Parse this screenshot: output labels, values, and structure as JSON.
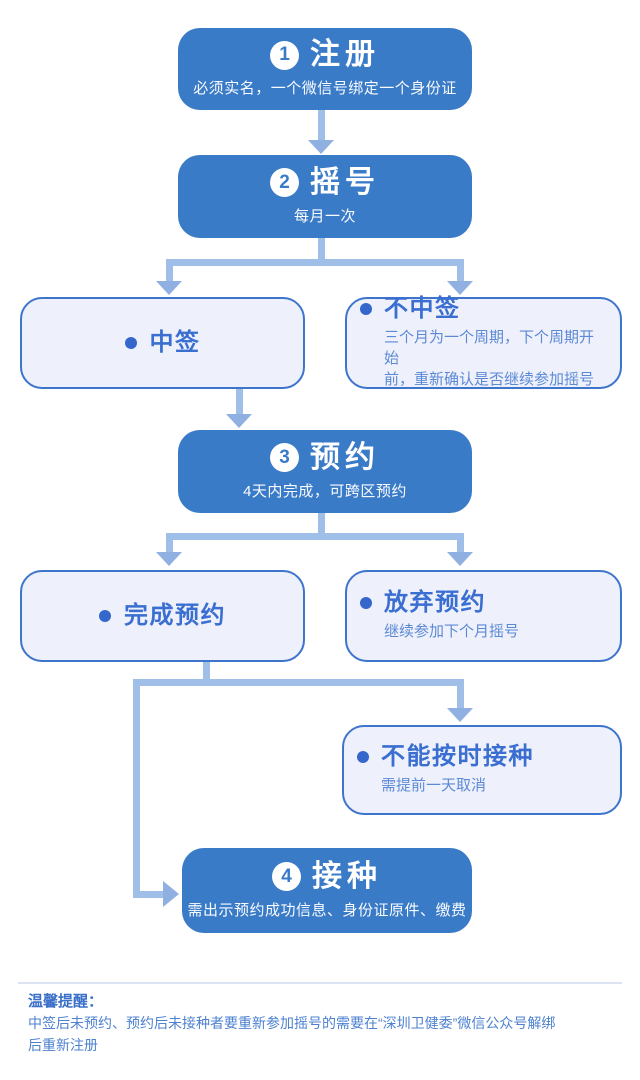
{
  "flow": {
    "stages": {
      "register": {
        "number": "1",
        "title": "注册",
        "subtitle": "必须实名，一个微信号绑定一个身份证"
      },
      "lottery": {
        "number": "2",
        "title": "摇号",
        "subtitle": "每月一次"
      },
      "reserve": {
        "number": "3",
        "title": "预约",
        "subtitle": "4天内完成，可跨区预约"
      },
      "vaccinate": {
        "number": "4",
        "title": "接种",
        "subtitle": "需出示预约成功信息、身份证原件、缴费"
      }
    },
    "options": {
      "win": {
        "title": "中签"
      },
      "lose": {
        "title": "不中签",
        "subtitle": [
          "三个月为一个周期，下个周期开始",
          "前，重新确认是否继续参加摇号"
        ]
      },
      "complete": {
        "title": "完成预约"
      },
      "giveup": {
        "title": "放弃预约",
        "subtitle": "继续参加下个月摇号"
      },
      "cannot": {
        "title": "不能按时接种",
        "subtitle": "需提前一天取消"
      }
    }
  },
  "footer": {
    "heading": "温馨提醒：",
    "body": "中签后未预约、预约后未接种者要重新参加摇号的需要在“深圳卫健委”微信公众号解绑后重新注册"
  },
  "colors": {
    "stage_blue": "#3a7bc8",
    "option_border": "#3d74cc",
    "option_background": "#eef1fb",
    "option_title": "#3a6fd1",
    "option_subtitle": "#5c89d6",
    "connector_line": "#9fbfe9",
    "connector_arrowhead": "#8fb0e0",
    "footer_text": "#4d81d1"
  }
}
